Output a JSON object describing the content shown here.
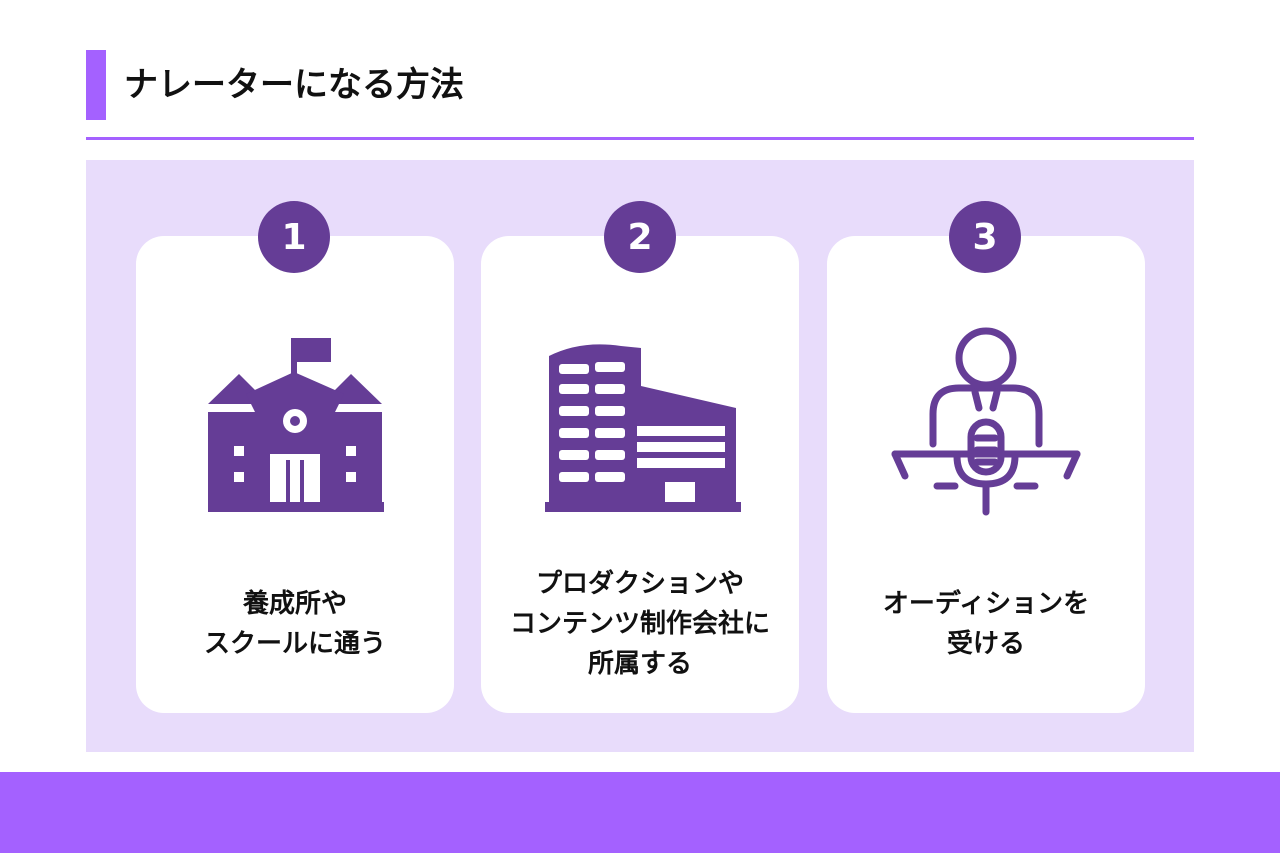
{
  "colors": {
    "accent": "#a461ff",
    "panel_bg": "#e8dcfb",
    "icon_dark": "#653d96",
    "footer": "#a461ff"
  },
  "header": {
    "title": "ナレーターになる方法"
  },
  "steps": [
    {
      "number": "1",
      "icon": "school-building-icon",
      "label": "養成所や\nスクールに通う"
    },
    {
      "number": "2",
      "icon": "office-building-icon",
      "label": "プロダクションや\nコンテンツ制作会社に\n所属する"
    },
    {
      "number": "3",
      "icon": "person-microphone-icon",
      "label": "オーディションを\n受ける"
    }
  ]
}
